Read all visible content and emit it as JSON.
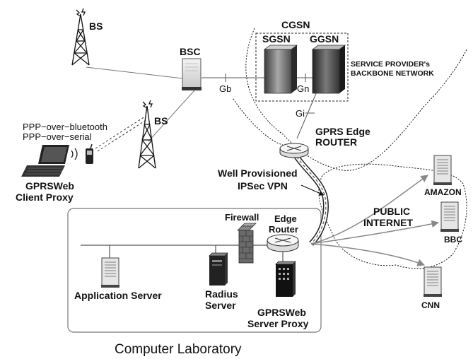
{
  "labels": {
    "bs_top": "BS",
    "bs_mid": "BS",
    "bsc": "BSC",
    "cgsn": "CGSN",
    "sgsn": "SGSN",
    "ggsn": "GGSN",
    "provider_line1": "SERVICE PROVIDER's",
    "provider_line2": "BACKBONE NETWORK",
    "gb": "Gb",
    "gn": "Gn",
    "gi": "Gi",
    "ppp_bluetooth": "PPP−over−bluetooth",
    "ppp_serial": "PPP−over−serial",
    "client_line1": "GPRSWeb",
    "client_line2": "Client Proxy",
    "gprs_edge_line1": "GPRS Edge",
    "gprs_edge_line2": "ROUTER",
    "vpn_line1": "Well Provisioned",
    "vpn_line2": "IPSec VPN",
    "amazon": "AMAZON",
    "internet_line1": "PUBLIC",
    "internet_line2": "INTERNET",
    "bbc": "BBC",
    "cnn": "CNN",
    "firewall": "Firewall",
    "edge_router_line1": "Edge",
    "edge_router_line2": "Router",
    "app_server": "Application Server",
    "radius_line1": "Radius",
    "radius_line2": "Server",
    "server_proxy_line1": "GPRSWeb",
    "server_proxy_line2": "Server Proxy",
    "lab": "Computer Laboratory"
  }
}
